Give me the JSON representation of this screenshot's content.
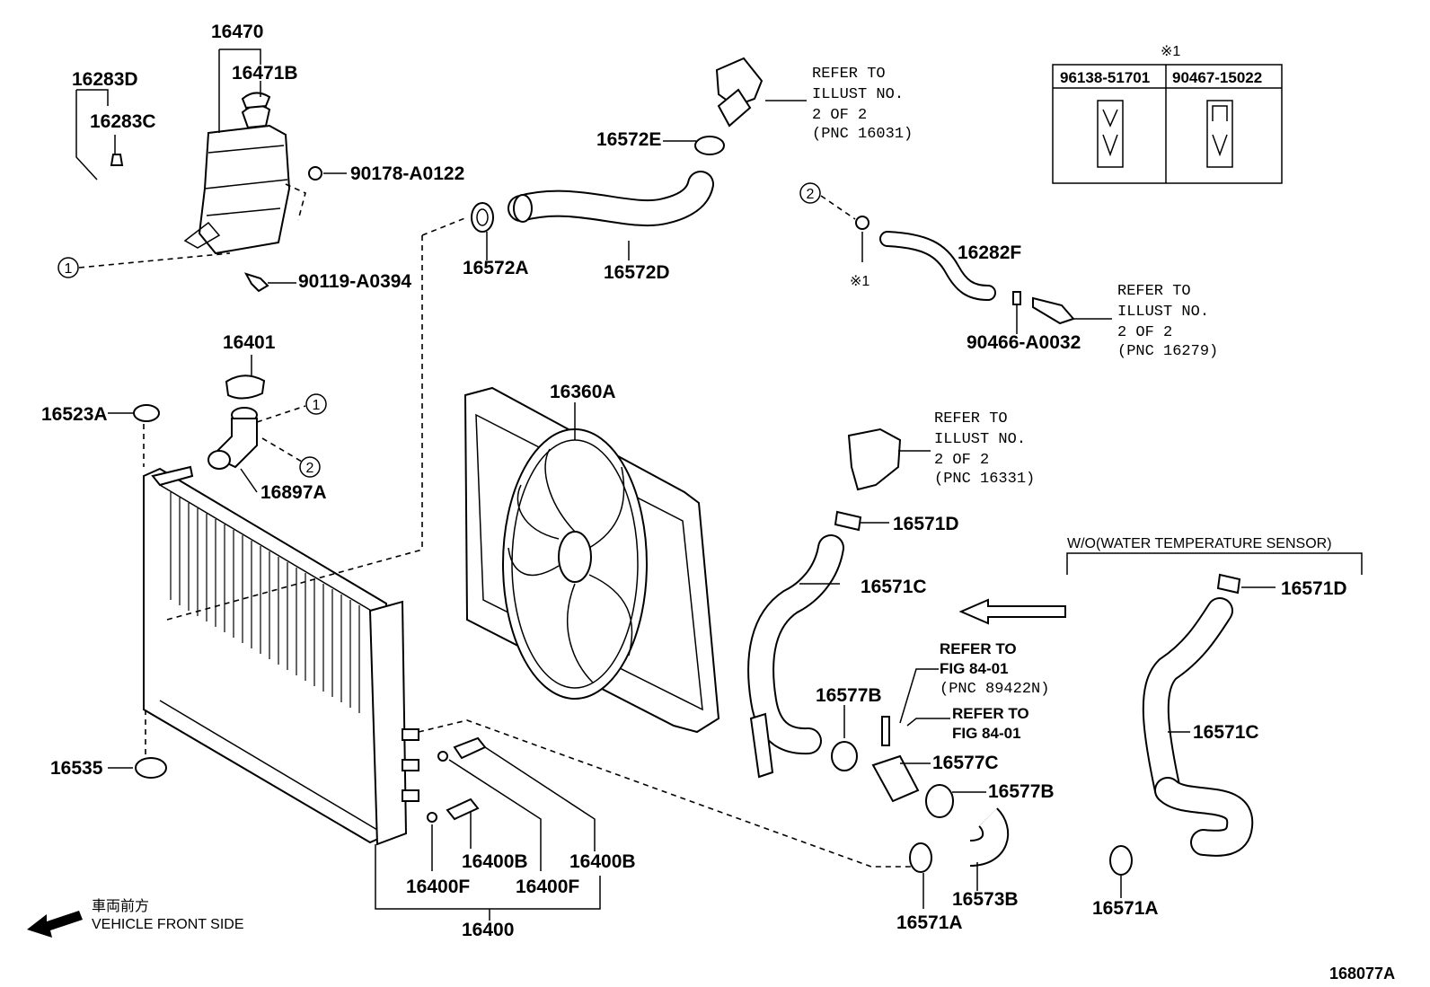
{
  "parts": {
    "p16470": "16470",
    "p16471B": "16471B",
    "p16283D": "16283D",
    "p16283C": "16283C",
    "p90178": "90178-A0122",
    "p90119": "90119-A0394",
    "p16572E": "16572E",
    "p16572A": "16572A",
    "p16572D": "16572D",
    "p16282F": "16282F",
    "p90466": "90466-A0032",
    "p16401": "16401",
    "p16523A": "16523A",
    "p16897A": "16897A",
    "p16360A": "16360A",
    "p16571D_a": "16571D",
    "p16571C_a": "16571C",
    "p16571D_b": "16571D",
    "p16571C_b": "16571C",
    "p16577B_a": "16577B",
    "p16577C": "16577C",
    "p16577B_b": "16577B",
    "p16535": "16535",
    "p16400B_a": "16400B",
    "p16400B_b": "16400B",
    "p16400F_a": "16400F",
    "p16400F_b": "16400F",
    "p16400": "16400",
    "p16573B": "16573B",
    "p16571A_a": "16571A",
    "p16571A_b": "16571A"
  },
  "refs": {
    "ref1": [
      "REFER TO",
      "ILLUST NO.",
      "2 OF 2",
      "(PNC 16031)"
    ],
    "ref2": [
      "REFER TO",
      "ILLUST NO.",
      "2 OF 2",
      "(PNC 16279)"
    ],
    "ref3": [
      "REFER TO",
      "ILLUST NO.",
      "2 OF 2",
      "(PNC 16331)"
    ],
    "ref4": [
      "REFER TO",
      "FIG 84-01",
      "(PNC 89422N)"
    ],
    "ref5": [
      "REFER TO",
      "FIG 84-01"
    ]
  },
  "callouts": {
    "c1": "1",
    "c2": "2"
  },
  "note_mark": "※1",
  "table": {
    "mark": "※1",
    "col1": "96138-51701",
    "col2": "90467-15022"
  },
  "wo_label": "W/O(WATER TEMPERATURE SENSOR)",
  "front_jp": "車両前方",
  "front_en": "VEHICLE FRONT SIDE",
  "drawing_id": "168077A"
}
